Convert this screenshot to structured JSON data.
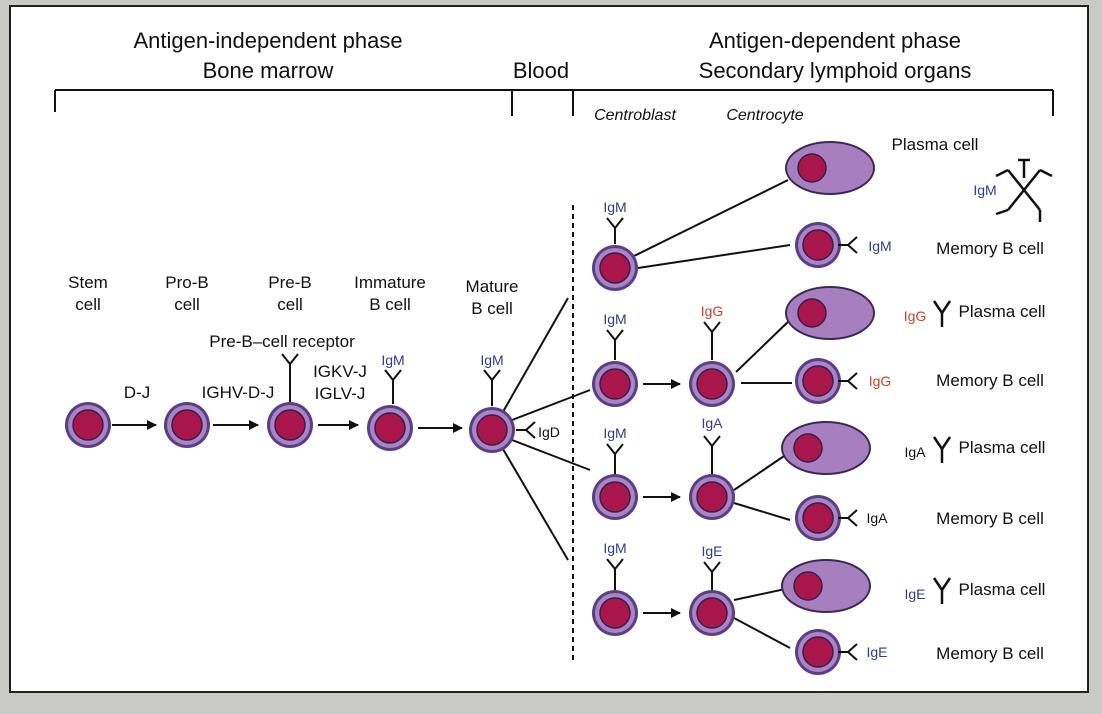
{
  "header": {
    "independent_line1": "Antigen-independent phase",
    "independent_line2": "Bone marrow",
    "blood": "Blood",
    "dependent_line1": "Antigen-dependent phase",
    "dependent_line2": "Secondary lymphoid organs",
    "centroblast": "Centroblast",
    "centrocyte": "Centrocyte"
  },
  "stages": [
    {
      "line1": "Stem",
      "line2": "cell"
    },
    {
      "line1": "Pro-B",
      "line2": "cell"
    },
    {
      "line1": "Pre-B",
      "line2": "cell"
    },
    {
      "line1": "Immature",
      "line2": "B cell"
    },
    {
      "line1": "Mature",
      "line2": "B cell"
    }
  ],
  "steps": {
    "dj": "D-J",
    "vdj": "IGHV-D-J",
    "light1": "IGKV-J",
    "light2": "IGLV-J",
    "pre_bcr": "Pre-B–cell receptor"
  },
  "antibodies": {
    "igm": "IgM",
    "igd": "IgD",
    "igg": "IgG",
    "iga": "IgA",
    "ige": "IgE"
  },
  "outcomes": {
    "plasma": "Plasma cell",
    "memory": "Memory B cell"
  },
  "colors": {
    "background": "#c9c9c6",
    "frame_fill": "#ffffff",
    "cell_outer": "#5a3f86",
    "cell_ring": "#a885c3",
    "cell_nucleus": "#a8164b",
    "plasma_body": "#a77fbf",
    "antibody_blue": "#2c3f8c",
    "antibody_red": "#c4452b"
  }
}
